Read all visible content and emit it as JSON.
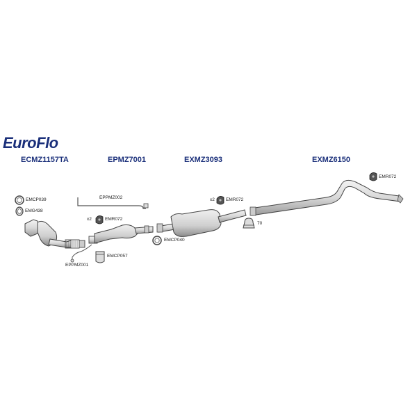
{
  "brand": {
    "part1": "Euro",
    "part2": "Flo"
  },
  "sections": {
    "catalyst": "ECMZ1157TA",
    "front_pipe": "EPMZ7001",
    "center_box": "EXMZ3093",
    "rear_pipe": "EXMZ6150"
  },
  "parts": {
    "emcp039": "EMCP039",
    "emg438": "EMG438",
    "eppmz002": "EPPMZ002",
    "qty_x2_a": "x2",
    "emr072_a": "EMR072",
    "eppmz001": "EPPMZ001",
    "emcp057": "EMCP057",
    "emcp040": "EMCP040",
    "qty_x2_b": "x2",
    "emr072_b": "EMR072",
    "clamp_70": "70",
    "emr072_c": "EMR072"
  },
  "colors": {
    "brand_blue": "#1a2f7a",
    "brand_red": "#e3262b",
    "part_fill": "#e6e6e6",
    "outline": "#444444"
  }
}
